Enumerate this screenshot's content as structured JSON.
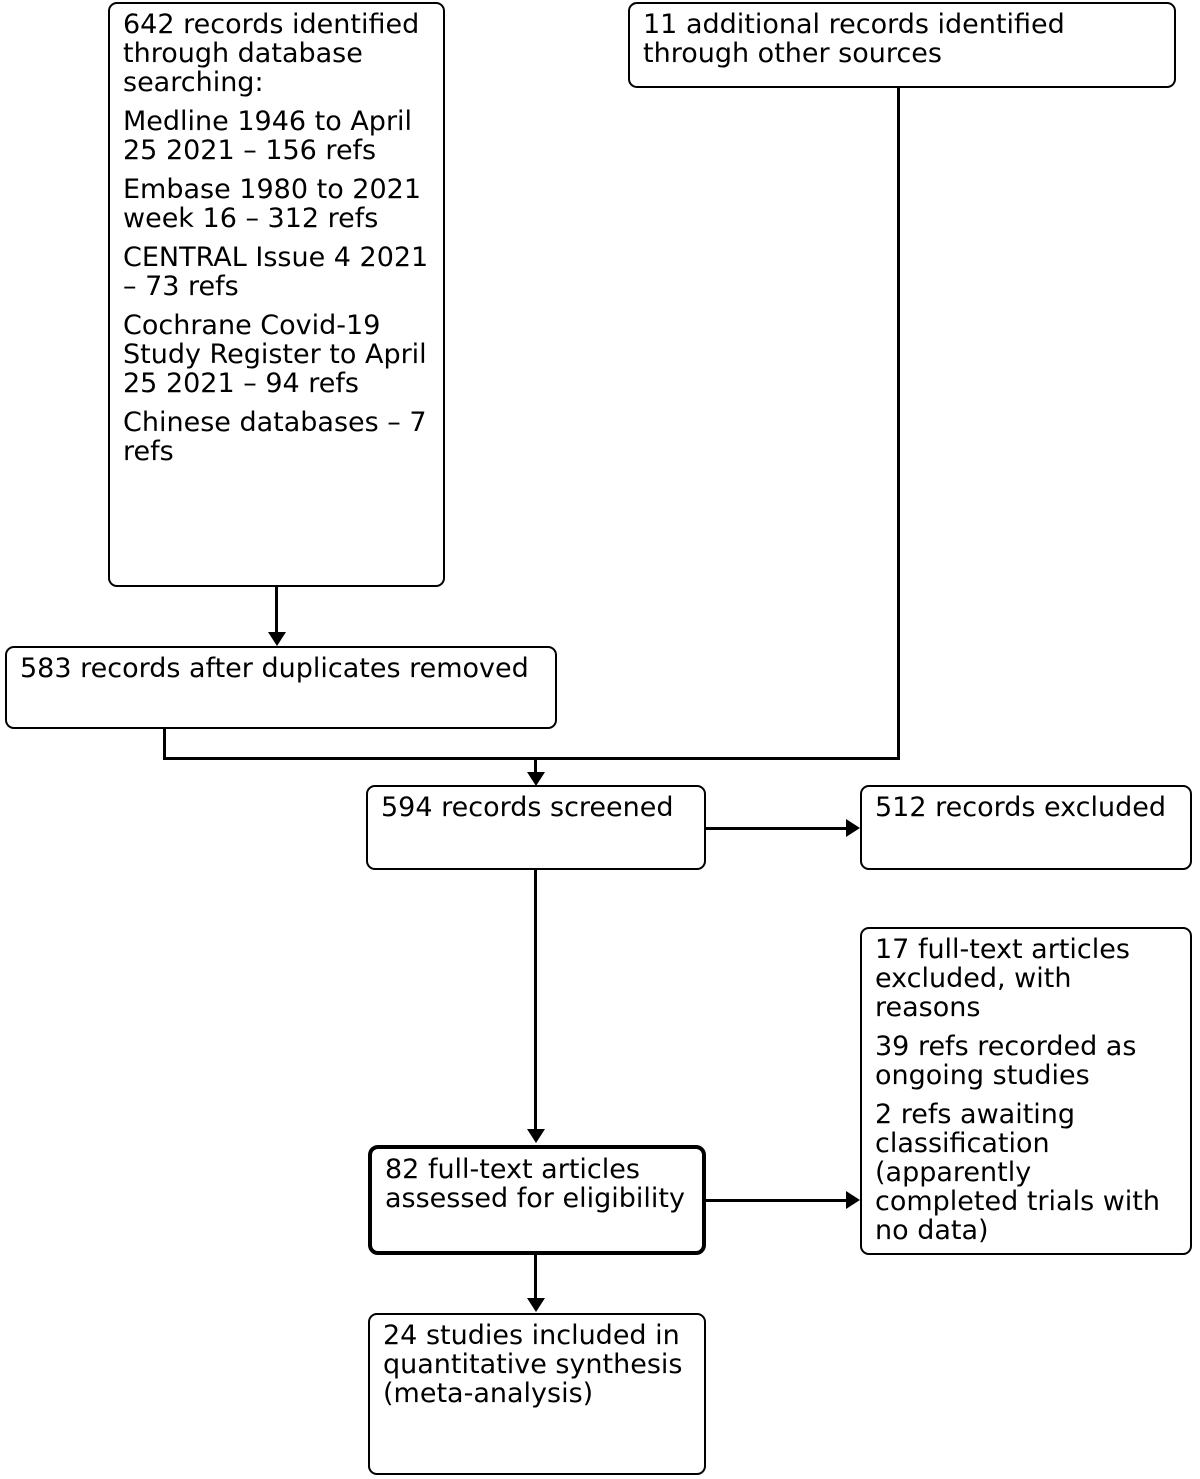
{
  "diagram": {
    "type": "prisma-flow-diagram",
    "title": "",
    "background_color": "#ffffff",
    "line_color": "#000000",
    "text_color": "#000000"
  },
  "boxes": {
    "database_search": {
      "id": "identification-database-searching",
      "paragraphs": [
        "642 records identified through database searching:",
        "Medline 1946 to April 25 2021 – 156 refs",
        "Embase 1980 to 2021 week 16 – 312 refs",
        "CENTRAL Issue 4 2021 – 73 refs",
        "Cochrane Covid-19 Study Register to April 25 2021 – 94 refs",
        "Chinese databases – 7 refs"
      ]
    },
    "other_sources": {
      "id": "identification-other-sources",
      "paragraphs": [
        "11 additional records identified through other sources"
      ]
    },
    "duplicates_removed": {
      "id": "records-after-duplicates-removed",
      "paragraphs": [
        "583 records after duplicates removed"
      ]
    },
    "screened": {
      "id": "records-screened",
      "paragraphs": [
        "594 records screened"
      ]
    },
    "records_excluded": {
      "id": "records-excluded",
      "paragraphs": [
        "512 records excluded"
      ]
    },
    "fulltext_assessed": {
      "id": "full-text-assessed-for-eligibility",
      "paragraphs": [
        "82 full-text articles assessed for eligibility"
      ]
    },
    "fulltext_excluded": {
      "id": "full-text-excluded-with-reasons",
      "paragraphs": [
        "17 full-text articles excluded, with reasons",
        "39 refs recorded as ongoing studies",
        "2 refs awaiting classification (apparently completed trials with no data)"
      ]
    },
    "included": {
      "id": "studies-included-in-quantitative-synthesis",
      "paragraphs": [
        "24 studies included in quantitative synthesis (meta-analysis)"
      ]
    }
  },
  "counts": {
    "identified_database": 642,
    "identified_other": 11,
    "after_duplicates": 583,
    "screened": 594,
    "records_excluded": 512,
    "fulltext_assessed": 82,
    "fulltext_excluded": 17,
    "ongoing_studies": 39,
    "awaiting_classification": 2,
    "included_studies": 24,
    "medline_refs": 156,
    "embase_refs": 312,
    "central_refs": 73,
    "cochrane_register_refs": 94,
    "chinese_db_refs": 7
  }
}
